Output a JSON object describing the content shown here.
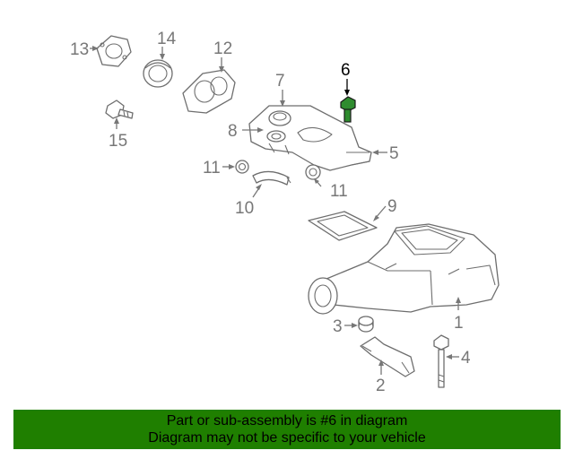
{
  "callouts": {
    "c1": "1",
    "c2": "2",
    "c3": "3",
    "c4": "4",
    "c5": "5",
    "c6": "6",
    "c7": "7",
    "c8": "8",
    "c9": "9",
    "c10": "10",
    "c11a": "11",
    "c11b": "11",
    "c12": "12",
    "c13": "13",
    "c14": "14",
    "c15": "15"
  },
  "highlighted_part": "6",
  "colors": {
    "banner_bg": "#1f7f00",
    "highlight_part": "#2f8c2f",
    "callout_text": "#777777",
    "highlight_callout_text": "#000000"
  },
  "banner": {
    "line1": "Part or sub-assembly is #6 in diagram",
    "line2": "Diagram may not be specific to your vehicle"
  }
}
